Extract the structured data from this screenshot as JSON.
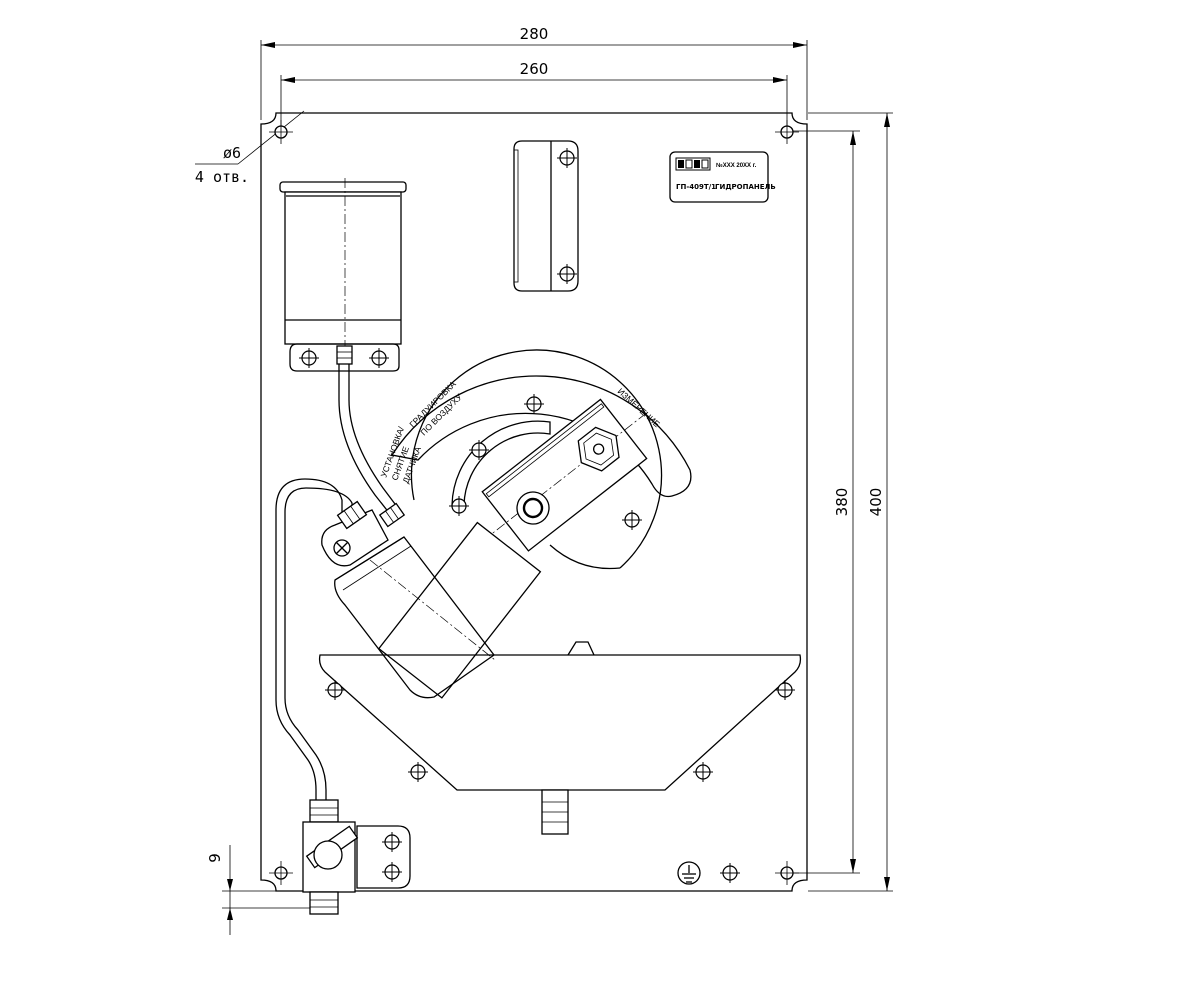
{
  "dimensions": {
    "width_outer": "280",
    "width_inner": "260",
    "height_inner": "380",
    "height_outer": "400",
    "offset_bottom": "9"
  },
  "hole_callout": {
    "diameter": "ø6",
    "count": "4 отв."
  },
  "nameplate": {
    "number": "№ХХХ 20ХХ г.",
    "model": "ГП-409Т/1",
    "name": "ГИДРОПАНЕЛЬ"
  },
  "sector_labels": {
    "install": [
      "УСТАНОВКА/",
      "СНЯТИЕ",
      "ДАТЧИКА"
    ],
    "calibrate": [
      "ГРАДУИРОВКА",
      "ПО ВОЗДУХУ"
    ],
    "measure": "ИЗМЕРЕНИЕ"
  }
}
